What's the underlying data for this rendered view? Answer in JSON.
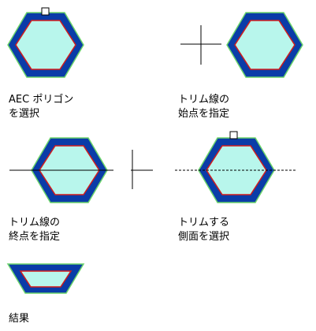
{
  "colors": {
    "outer_band": "#0a3ca8",
    "outer_edge": "#6bd36b",
    "inner_fill": "#b8f6ec",
    "inner_edge": "#d21c1c",
    "line": "#000000",
    "marker": "#000000"
  },
  "steps": [
    {
      "line1": "AEC ポリゴン",
      "line2": "を選択"
    },
    {
      "line1": "トリム線の",
      "line2": "始点を指定"
    },
    {
      "line1": "トリム線の",
      "line2": "終点を指定"
    },
    {
      "line1": "トリムする",
      "line2": "側面を選択"
    },
    {
      "line1": "結果",
      "line2": ""
    }
  ]
}
